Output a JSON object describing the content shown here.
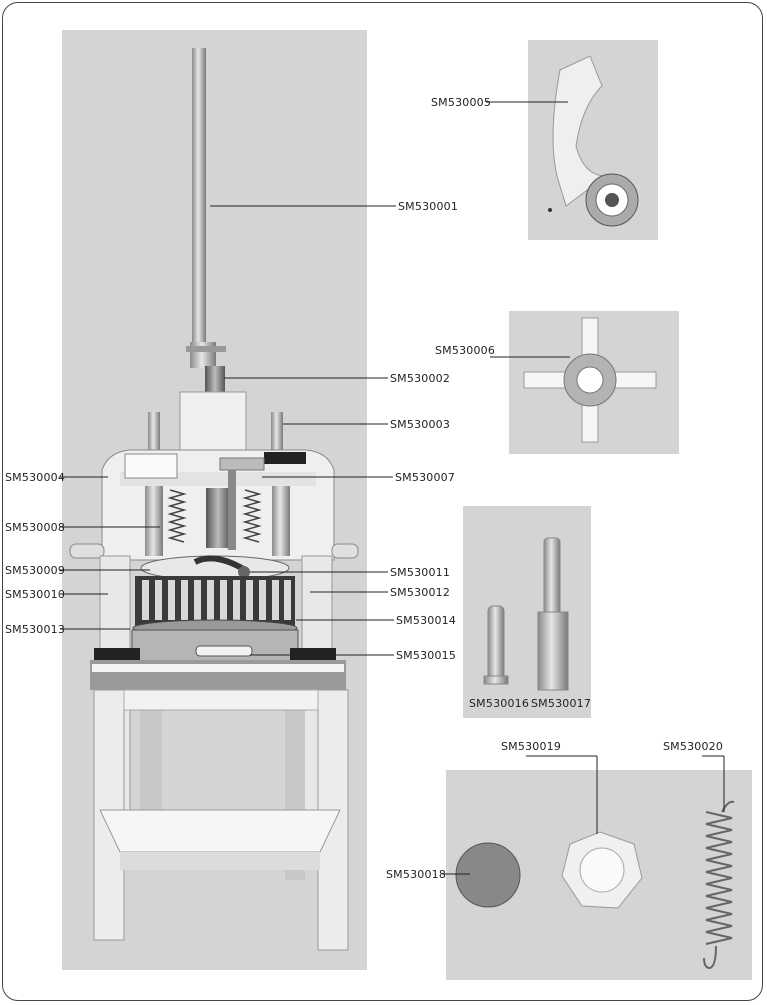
{
  "diagram": {
    "parts": {
      "p1": "SM530001",
      "p2": "SM530002",
      "p3": "SM530003",
      "p4": "SM530004",
      "p5": "SM530005",
      "p6": "SM530006",
      "p7": "SM530007",
      "p8": "SM530008",
      "p9": "SM530009",
      "p10": "SM530010",
      "p11": "SM530011",
      "p12": "SM530012",
      "p13": "SM530013",
      "p14": "SM530014",
      "p15": "SM530015",
      "p16": "SM530016",
      "p17": "SM530017",
      "p18": "SM530018",
      "p19": "SM530019",
      "p20": "SM530020"
    }
  }
}
